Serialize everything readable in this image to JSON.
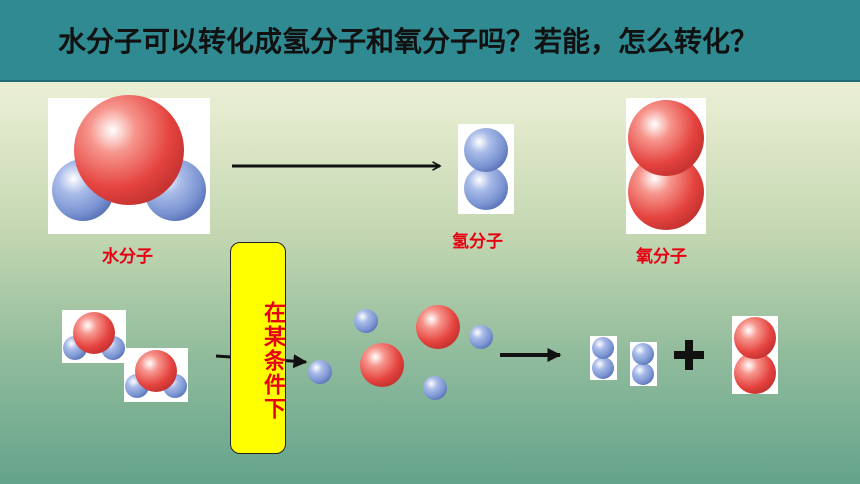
{
  "slide": {
    "title": "水分子可以转化成氢分子和氧分子吗？若能，怎么转化？"
  },
  "labels": {
    "water": "水分子",
    "hydrogen": "氢分子",
    "oxygen": "氧分子"
  },
  "condition": {
    "text": "在某条件下"
  },
  "colors": {
    "header_bg": "#2f8a92",
    "oxygen_atom": "#e8504f",
    "hydrogen_atom": "#7f98d4",
    "label_red": "#e60012",
    "condition_bg": "#ffff00"
  }
}
